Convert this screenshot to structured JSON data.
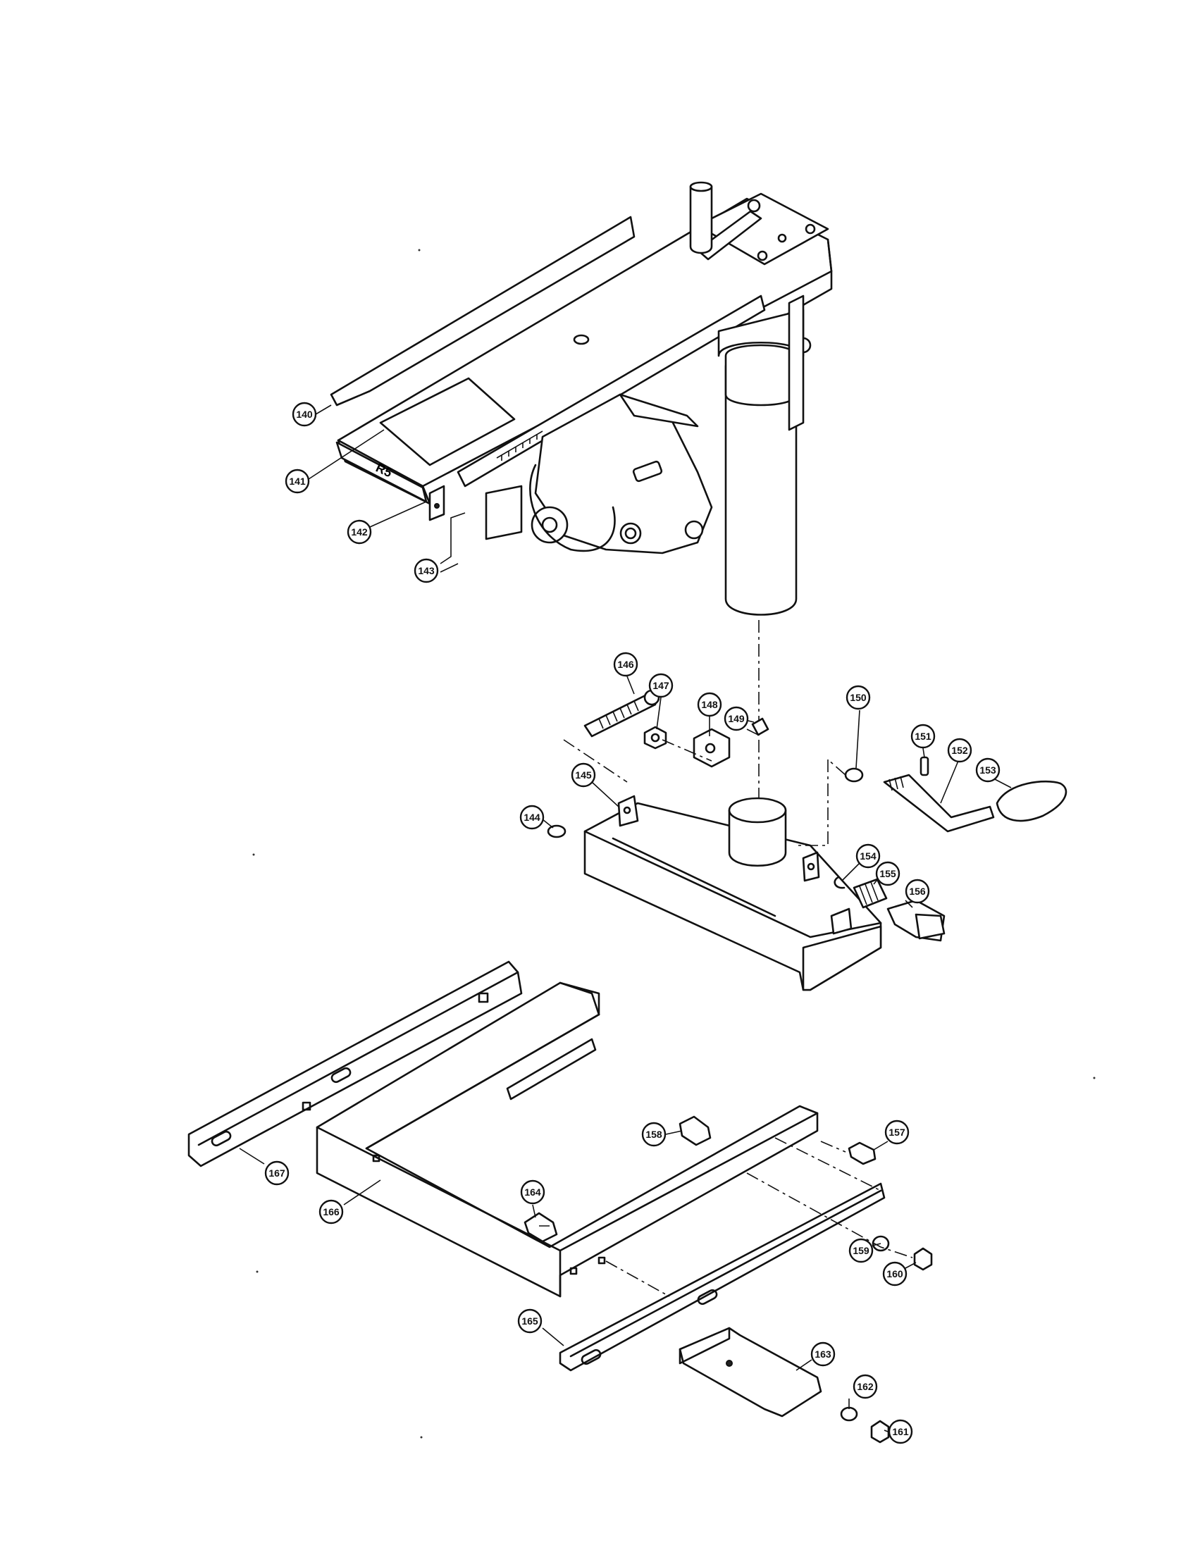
{
  "callouts": [
    {
      "id": "140",
      "label": "140"
    },
    {
      "id": "141",
      "label": "141"
    },
    {
      "id": "142",
      "label": "142"
    },
    {
      "id": "143",
      "label": "143"
    },
    {
      "id": "144",
      "label": "144"
    },
    {
      "id": "145",
      "label": "145"
    },
    {
      "id": "146",
      "label": "146"
    },
    {
      "id": "147",
      "label": "147"
    },
    {
      "id": "148",
      "label": "148"
    },
    {
      "id": "149",
      "label": "149"
    },
    {
      "id": "150",
      "label": "150"
    },
    {
      "id": "151",
      "label": "151"
    },
    {
      "id": "152",
      "label": "152"
    },
    {
      "id": "153",
      "label": "153"
    },
    {
      "id": "154",
      "label": "154"
    },
    {
      "id": "155",
      "label": "155"
    },
    {
      "id": "156",
      "label": "156"
    },
    {
      "id": "157",
      "label": "157"
    },
    {
      "id": "158",
      "label": "158"
    },
    {
      "id": "159",
      "label": "159"
    },
    {
      "id": "160",
      "label": "160"
    },
    {
      "id": "161",
      "label": "161"
    },
    {
      "id": "162",
      "label": "162"
    },
    {
      "id": "163",
      "label": "163"
    },
    {
      "id": "164",
      "label": "164"
    },
    {
      "id": "165",
      "label": "165"
    },
    {
      "id": "166",
      "label": "166"
    },
    {
      "id": "167",
      "label": "167"
    }
  ],
  "arm_marking": "R5"
}
